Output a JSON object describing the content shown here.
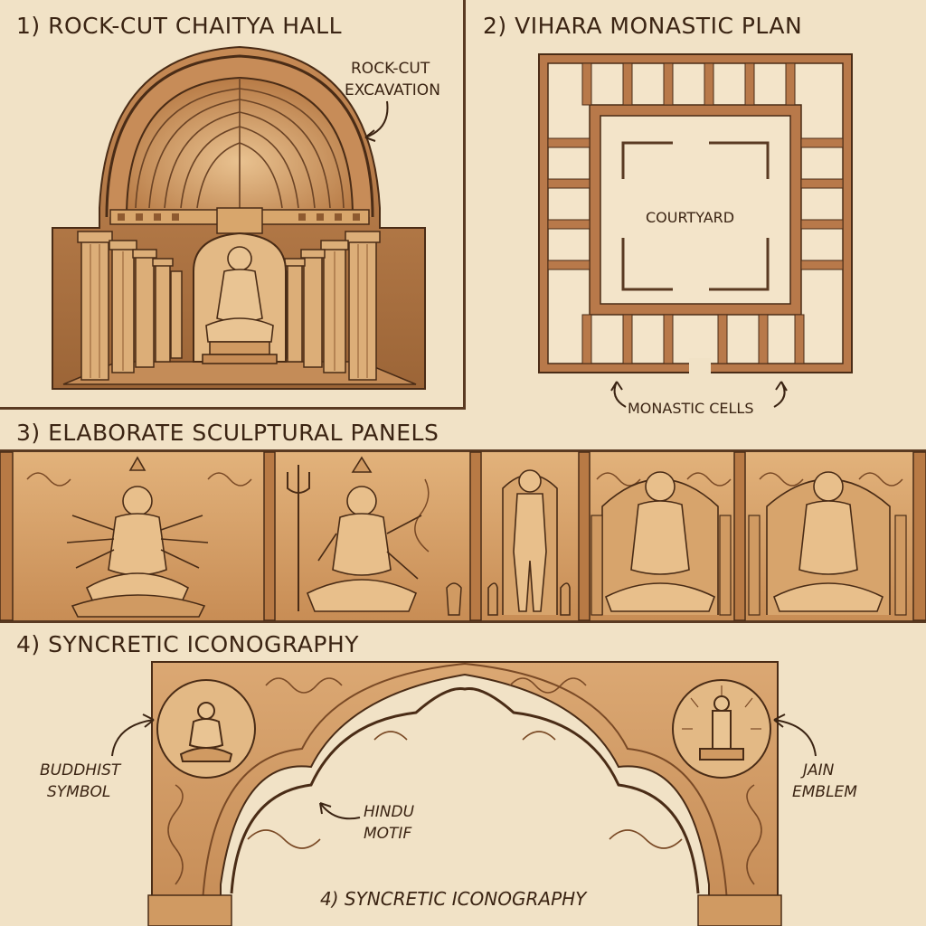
{
  "sections": {
    "s1": {
      "title": "1) ROCK-CUT CHAITYA HALL",
      "callout": [
        "ROCK-CUT",
        "EXCAVATION"
      ]
    },
    "s2": {
      "title": "2) VIHARA MONASTIC PLAN",
      "courtyard": "COURTYARD",
      "cells": "MONASTIC CELLS"
    },
    "s3": {
      "title": "3) ELABORATE SCULPTURAL PANELS"
    },
    "s4": {
      "title": "4) SYNCRETIC ICONOGRAPHY",
      "buddhist": [
        "BUDDHIST",
        "SYMBOL"
      ],
      "jain": [
        "JAIN",
        "EMBLEM"
      ],
      "hindu": [
        "HINDU",
        "MOTIF"
      ],
      "caption": "4) SYNCRETIC ICONOGRAPHY"
    }
  },
  "colors": {
    "paper": "#f1e2c6",
    "ink": "#3b2413",
    "stone": "#d9a86e",
    "stone_dark": "#a9703f",
    "wall": "#b8794a"
  },
  "icons": [
    "buddha-figure",
    "shiva-figure",
    "lakshmi-figure",
    "jain-tirthankara-figure",
    "trident-icon",
    "arrow-icon"
  ]
}
